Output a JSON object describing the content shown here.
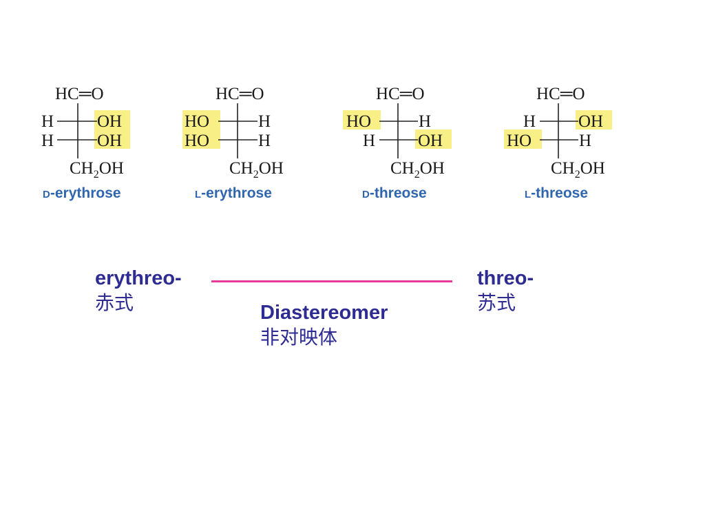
{
  "colors": {
    "label": "#2e2c92",
    "name": "#2f66ad",
    "connector": "#e6399a",
    "highlight": "#f8ef86"
  },
  "structures": [
    {
      "top": "HC═O",
      "row1": {
        "left": "H",
        "right": "OH"
      },
      "row2": {
        "left": "H",
        "right": "OH"
      },
      "bottom_pre": "CH",
      "bottom_sub": "2",
      "bottom_post": "OH",
      "name_prefix": "D",
      "name_rest": "-erythrose"
    },
    {
      "top": "HC═O",
      "row1": {
        "left": "HO",
        "right": "H"
      },
      "row2": {
        "left": "HO",
        "right": "H"
      },
      "bottom_pre": "CH",
      "bottom_sub": "2",
      "bottom_post": "OH",
      "name_prefix": "L",
      "name_rest": "-erythrose"
    },
    {
      "top": "HC═O",
      "row1": {
        "left": "HO",
        "right": "H"
      },
      "row2": {
        "left": "H",
        "right": "OH"
      },
      "bottom_pre": "CH",
      "bottom_sub": "2",
      "bottom_post": "OH",
      "name_prefix": "D",
      "name_rest": "-threose"
    },
    {
      "top": "HC═O",
      "row1": {
        "left": "H",
        "right": "OH"
      },
      "row2": {
        "left": "HO",
        "right": "H"
      },
      "bottom_pre": "CH",
      "bottom_sub": "2",
      "bottom_post": "OH",
      "name_prefix": "L",
      "name_rest": "-threose"
    }
  ],
  "labels": {
    "erythreo": {
      "en": "erythreo-",
      "zh": "赤式"
    },
    "threo": {
      "en": "threo-",
      "zh": "苏式"
    },
    "diastereomer": {
      "en": "Diastereomer",
      "zh": "非对映体"
    }
  }
}
